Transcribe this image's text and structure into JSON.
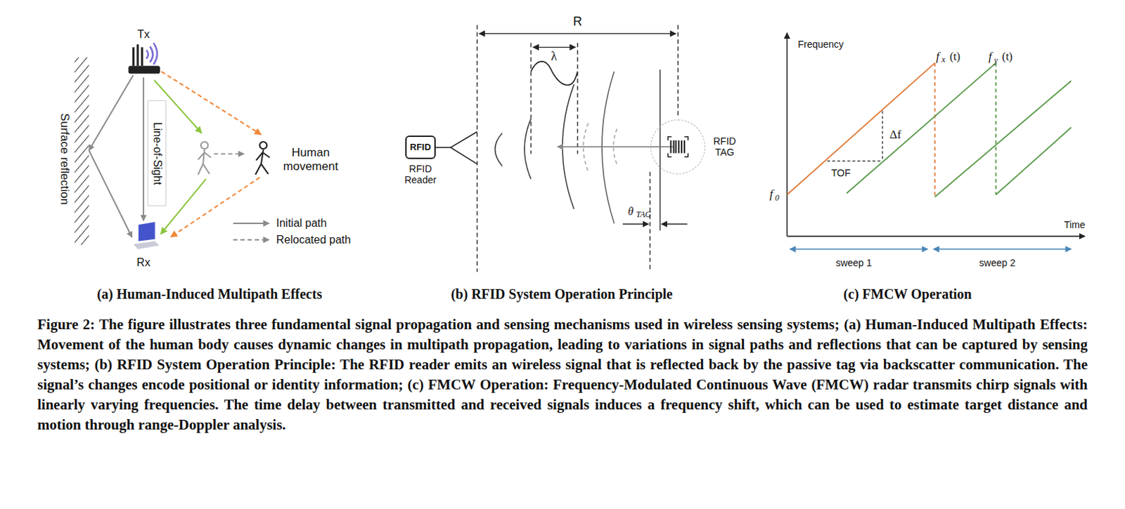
{
  "diagram": {
    "caption": "Figure 2: The figure illustrates three fundamental signal propagation and sensing mechanisms used in wireless sensing systems; (a) Human-Induced Multipath Effects: Movement of the human body causes dynamic changes in multipath propagation, leading to variations in signal paths and reflections that can be captured by sensing systems; (b) RFID System Operation Principle: The RFID reader emits an wireless signal that is reflected back by the passive tag via backscatter communication. The signal’s changes encode positional or identity information; (c) FMCW Operation: Frequency-Modulated Continuous Wave (FMCW) radar transmits chirp signals with linearly varying frequencies. The time delay between transmitted and received signals induces a frequency shift, which can be used to estimate target distance and motion through range-Doppler analysis.",
    "nodes": [
      {
        "text": [
          "Tx"
        ]
      },
      {
        "text": [
          "Rx"
        ]
      },
      {
        "text": [
          "RFID",
          "RFID Reader"
        ]
      },
      {
        "text": [
          "RFID TAG"
        ]
      }
    ],
    "edges": [
      {
        "from": 0,
        "to": 1,
        "arrow": "to",
        "label": "Line-of-Sight"
      },
      {
        "from": 0,
        "to": 1,
        "arrow": "to"
      }
    ],
    "labels": [
      "Surface reflection",
      "Human movement",
      "(a) Human-Induced Multipath Effects",
      "R",
      "λ",
      "θ",
      "TAG",
      "(b) RFID System Operation Principle",
      "Frequency",
      "f",
      "x",
      "(t)",
      "f",
      "y",
      "(t)",
      "Δf",
      "TOF",
      "f",
      "0",
      "Time",
      "sweep 1",
      "sweep 2",
      "(c) FMCW Operation"
    ],
    "legend": [
      {
        "text": "Initial path"
      },
      {
        "text": "Relocated path"
      }
    ]
  }
}
